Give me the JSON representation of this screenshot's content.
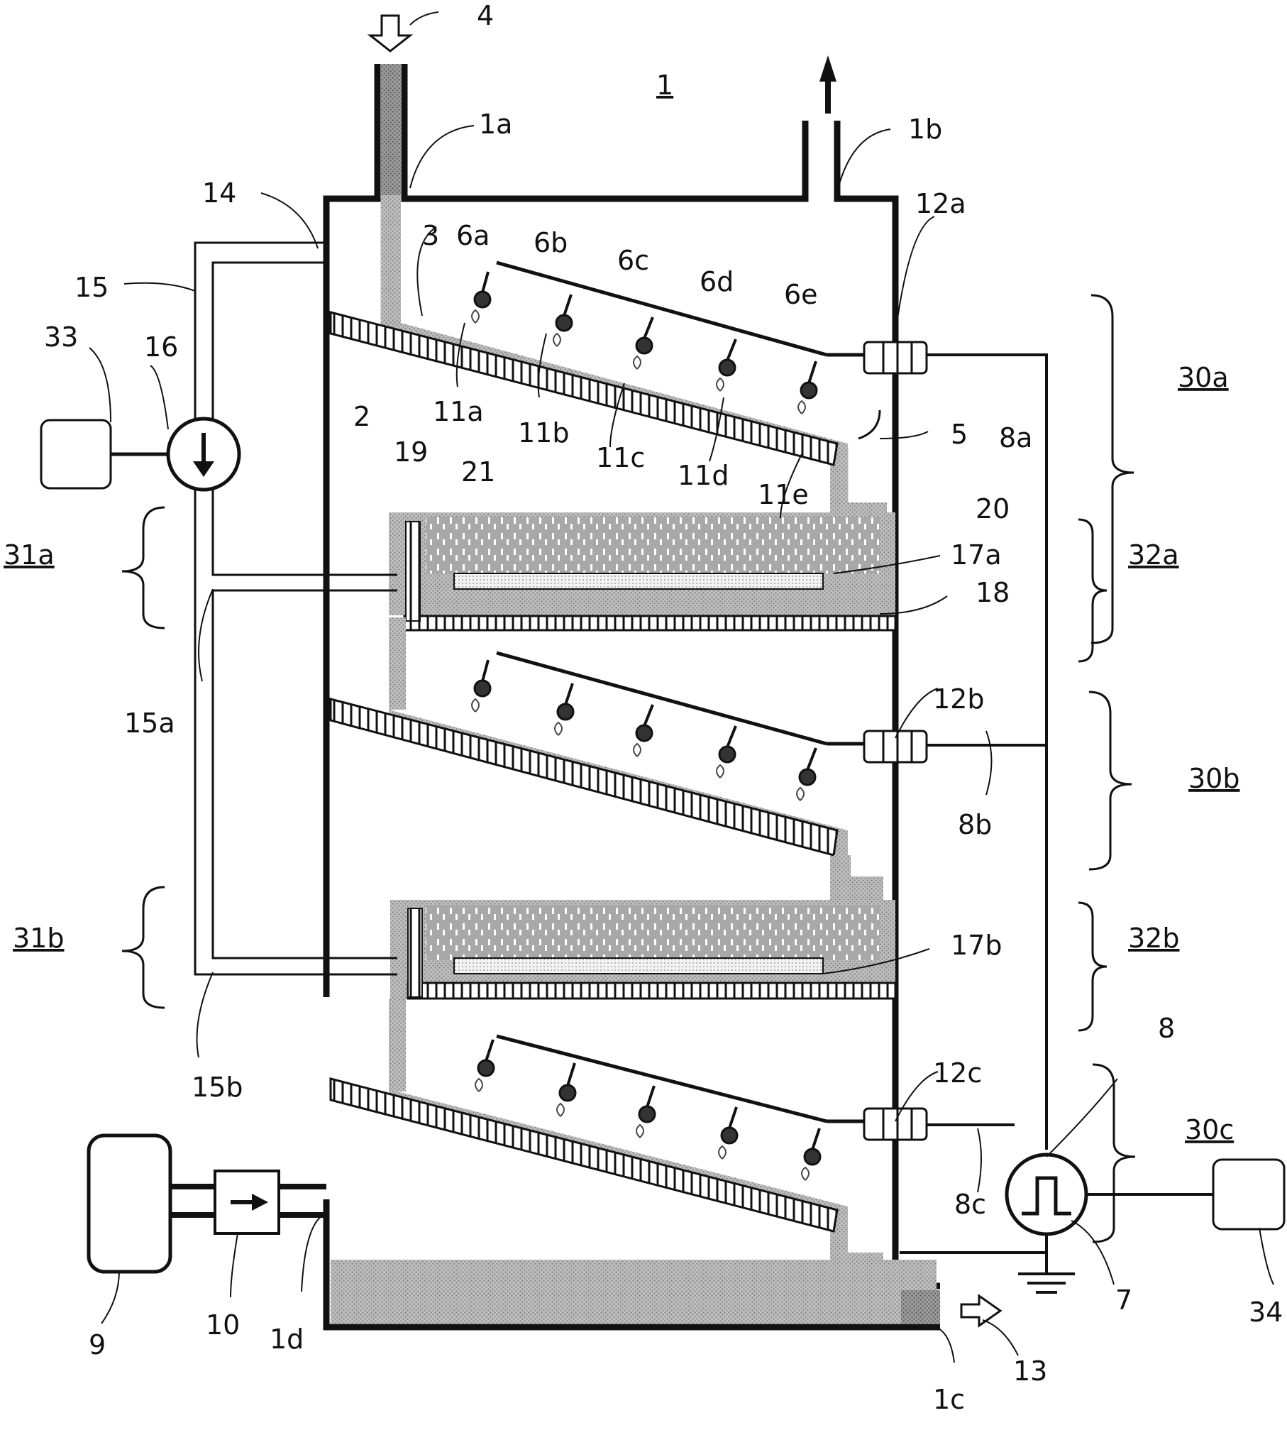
{
  "diagram": {
    "labels": {
      "vessel": "1",
      "inlet_port": "1a",
      "outlet_port": "1b",
      "drain_port": "1c",
      "gas_port": "1d",
      "feed_arrow": "4",
      "drain_arrow": "13",
      "plate": "2",
      "liquid_film": "3",
      "gap": "5",
      "electrode_a": "6a",
      "electrode_b": "6b",
      "electrode_c": "6c",
      "electrode_d": "6d",
      "electrode_e": "6e",
      "discharge_a": "11a",
      "discharge_b": "11b",
      "discharge_c": "11c",
      "discharge_d": "11d",
      "discharge_e": "11e",
      "feedthrough_a": "12a",
      "feedthrough_b": "12b",
      "feedthrough_c": "12c",
      "wire_a": "8a",
      "wire_b": "8b",
      "wire_c": "8c",
      "wire_main": "8",
      "pulse_supply": "7",
      "gas_source": "9",
      "valve": "10",
      "gas_inlet": "14",
      "gas_line": "15",
      "gas_line_a": "15a",
      "gas_line_b": "15b",
      "pump": "16",
      "diffuser_a": "17a",
      "diffuser_b": "17b",
      "tray_bottom": "18",
      "tray_wall": "19",
      "tray_liquid": "20",
      "bubbles": "21",
      "controller_pump": "33",
      "controller_supply": "34",
      "section_30a": "30a",
      "section_30b": "30b",
      "section_30c": "30c",
      "section_31a": "31a",
      "section_31b": "31b",
      "section_32a": "32a",
      "section_32b": "32b"
    }
  }
}
